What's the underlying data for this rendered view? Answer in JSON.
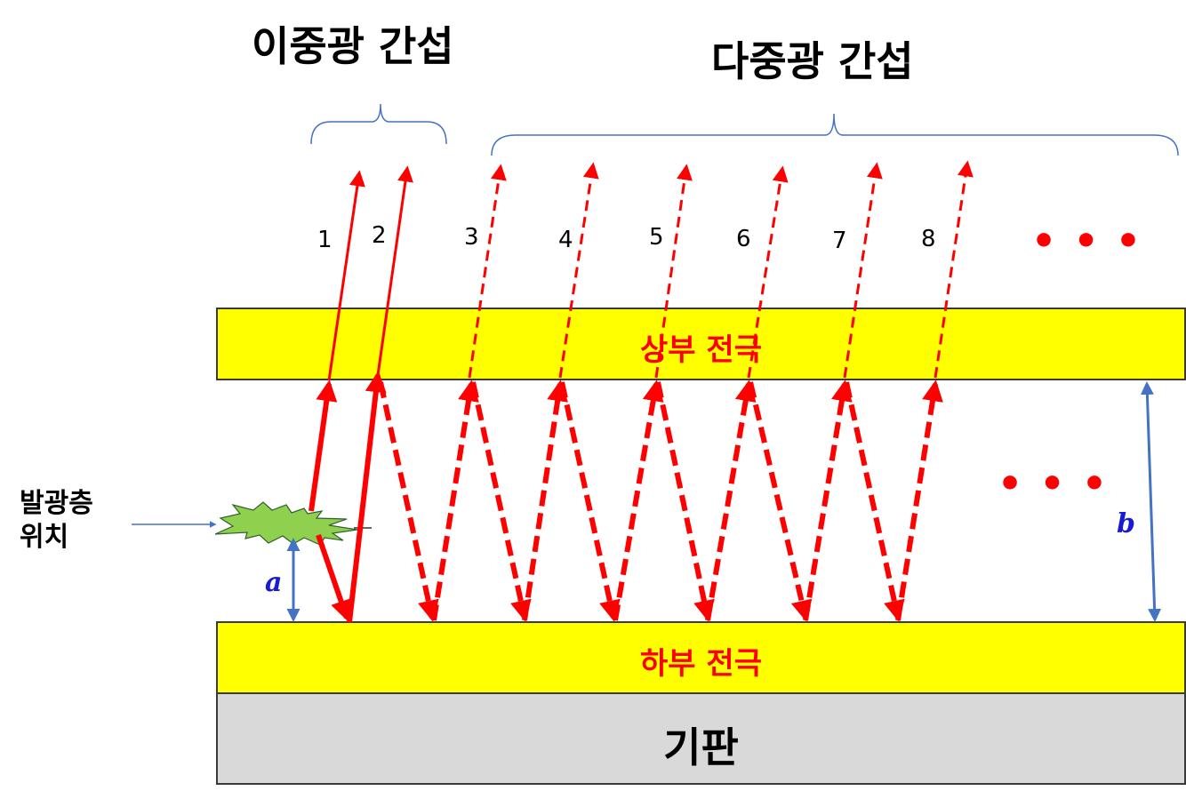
{
  "titles": {
    "double": "이중광 간섭",
    "multi": "다중광 간섭"
  },
  "numbers": [
    "1",
    "2",
    "3",
    "4",
    "5",
    "6",
    "7",
    "8"
  ],
  "ellipsis_top": "• • •",
  "ellipsis_mid": "• • •",
  "layers": {
    "top_electrode": "상부 전극",
    "bottom_electrode": "하부 전극",
    "substrate": "기판"
  },
  "emission_label_line1": "발광층",
  "emission_label_line2": "위치",
  "var_a": "a",
  "var_b": "b",
  "colors": {
    "electrode": "#ffff00",
    "substrate": "#d9d9d9",
    "ray": "#ff0000",
    "bracket": "#4472c4",
    "marker": "#4472c4",
    "emitter": "#8fd14f",
    "label_red": "#ff0000",
    "variable": "#1a1ad6"
  }
}
